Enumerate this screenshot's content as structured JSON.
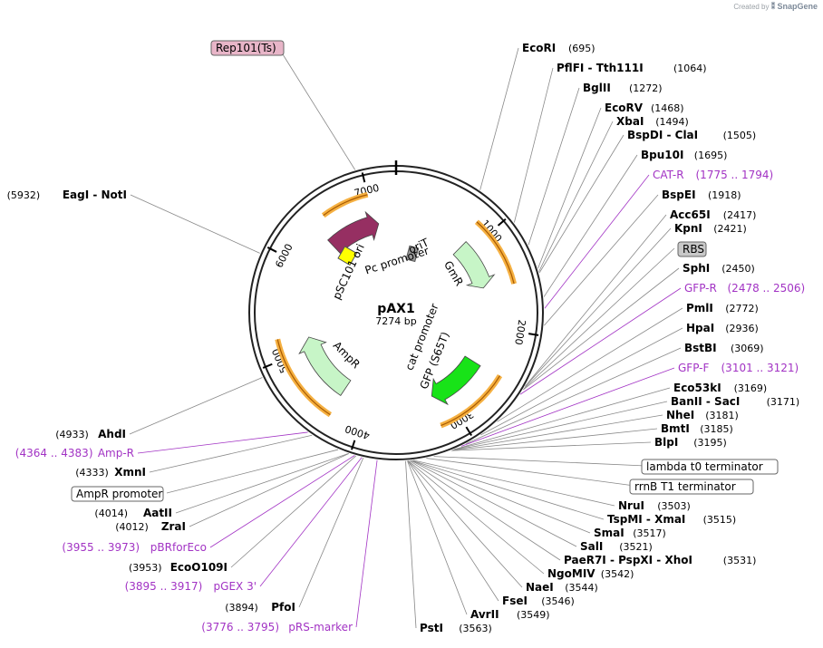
{
  "watermark": {
    "prefix": "Created by",
    "brand": "SnapGene"
  },
  "plasmid": {
    "name": "pAX1",
    "length_label": "7274 bp",
    "length": 7274
  },
  "colors": {
    "backbone": "#222222",
    "orange": "#f5b041",
    "orange_arrow": "#a85a00",
    "pSC101_ori": "#962f62",
    "oriT": "#999999",
    "GmR": "#c7f5c7",
    "GFP": "#18e318",
    "AmpR": "#c7f5c7",
    "yellow": "#ffff00",
    "Rep101_box": "#e8b5c8",
    "RBS_box": "#c8c8c8",
    "primer": "#a233c4",
    "leader": "#888888"
  },
  "tick_labels": [
    {
      "text": "1000",
      "bp": 1000
    },
    {
      "text": "2000",
      "bp": 2000
    },
    {
      "text": "3000",
      "bp": 3000
    },
    {
      "text": "4000",
      "bp": 4000
    },
    {
      "text": "5000",
      "bp": 5000
    },
    {
      "text": "6000",
      "bp": 6000
    },
    {
      "text": "7000",
      "bp": 7000
    }
  ],
  "features": [
    {
      "text": "pSC101 ori",
      "kind": "arrow",
      "color": "pSC101_ori",
      "start": 6400,
      "end": 7050
    },
    {
      "text": "oriT",
      "kind": "box",
      "color": "oriT",
      "start": 290,
      "end": 330
    },
    {
      "text": "GmR",
      "kind": "arrow",
      "color": "GmR",
      "start": 900,
      "end": 1500
    },
    {
      "text": "GFP (S65T)",
      "kind": "arrow",
      "color": "GFP",
      "start": 2470,
      "end": 3170
    },
    {
      "text": "AmpR",
      "kind": "arrow",
      "color": "AmpR",
      "start": 4320,
      "end": 5140
    }
  ],
  "promoter_labels": [
    {
      "text": "Pc promoter"
    },
    {
      "text": "cat promoter"
    },
    {
      "text": "AmpR promoter"
    }
  ],
  "box_labels": [
    {
      "text": "Rep101(Ts)",
      "color": "Rep101_box"
    },
    {
      "text": "RBS",
      "color": "RBS_box"
    },
    {
      "text": "lambda t0 terminator",
      "color": "none"
    },
    {
      "text": "rrnB T1 terminator",
      "color": "none"
    },
    {
      "text": "AmpR promoter",
      "color": "none"
    }
  ],
  "right_sites": [
    {
      "name": "EcoRI",
      "pos": "(695)"
    },
    {
      "name": "PflFI - Tth111I",
      "pos": "(1064)"
    },
    {
      "name": "BglII",
      "pos": "(1272)"
    },
    {
      "name": "EcoRV",
      "pos": "(1468)"
    },
    {
      "name": "XbaI",
      "pos": "(1494)"
    },
    {
      "name": "BspDI - ClaI",
      "pos": "(1505)"
    },
    {
      "name": "Bpu10I",
      "pos": "(1695)"
    },
    {
      "name": "CAT-R",
      "pos": "(1775 .. 1794)",
      "primer": true
    },
    {
      "name": "BspEI",
      "pos": "(1918)"
    },
    {
      "name": "Acc65I",
      "pos": "(2417)"
    },
    {
      "name": "KpnI",
      "pos": "(2421)"
    },
    {
      "name": "RBS",
      "pos": "",
      "box": true
    },
    {
      "name": "SphI",
      "pos": "(2450)"
    },
    {
      "name": "GFP-R",
      "pos": "(2478 .. 2506)",
      "primer": true
    },
    {
      "name": "PmlI",
      "pos": "(2772)"
    },
    {
      "name": "HpaI",
      "pos": "(2936)"
    },
    {
      "name": "BstBI",
      "pos": "(3069)"
    },
    {
      "name": "GFP-F",
      "pos": "(3101 .. 3121)",
      "primer": true
    },
    {
      "name": "Eco53kI",
      "pos": "(3169)"
    },
    {
      "name": "BanII - SacI",
      "pos": "(3171)"
    },
    {
      "name": "NheI",
      "pos": "(3181)"
    },
    {
      "name": "BmtI",
      "pos": "(3185)"
    },
    {
      "name": "BlpI",
      "pos": "(3195)"
    }
  ],
  "bottom_sites": [
    {
      "name": "NruI",
      "pos": "(3503)"
    },
    {
      "name": "TspMI - XmaI",
      "pos": "(3515)"
    },
    {
      "name": "SmaI",
      "pos": "(3517)"
    },
    {
      "name": "SalI",
      "pos": "(3521)"
    },
    {
      "name": "PaeR7I - PspXI - XhoI",
      "pos": "(3531)"
    },
    {
      "name": "NgoMIV",
      "pos": "(3542)"
    },
    {
      "name": "NaeI",
      "pos": "(3544)"
    },
    {
      "name": "FseI",
      "pos": "(3546)"
    },
    {
      "name": "AvrII",
      "pos": "(3549)"
    },
    {
      "name": "PstI",
      "pos": "(3563)"
    }
  ],
  "left_sites": [
    {
      "name": "EagI - NotI",
      "pos": "(5932)"
    },
    {
      "name": "AhdI",
      "pos": "(4933)"
    },
    {
      "name": "Amp-R",
      "pos": "(4364 .. 4383)",
      "primer": true
    },
    {
      "name": "XmnI",
      "pos": "(4333)"
    },
    {
      "name": "AmpR promoter",
      "pos": "",
      "box": true
    },
    {
      "name": "AatII",
      "pos": "(4014)"
    },
    {
      "name": "ZraI",
      "pos": "(4012)"
    },
    {
      "name": "pBRforEco",
      "pos": "(3955 .. 3973)",
      "primer": true
    },
    {
      "name": "EcoO109I",
      "pos": "(3953)"
    },
    {
      "name": "pGEX 3'",
      "pos": "(3895 .. 3917)",
      "primer": true
    },
    {
      "name": "PfoI",
      "pos": "(3894)"
    },
    {
      "name": "pRS-marker",
      "pos": "(3776 .. 3795)",
      "primer": true
    }
  ]
}
